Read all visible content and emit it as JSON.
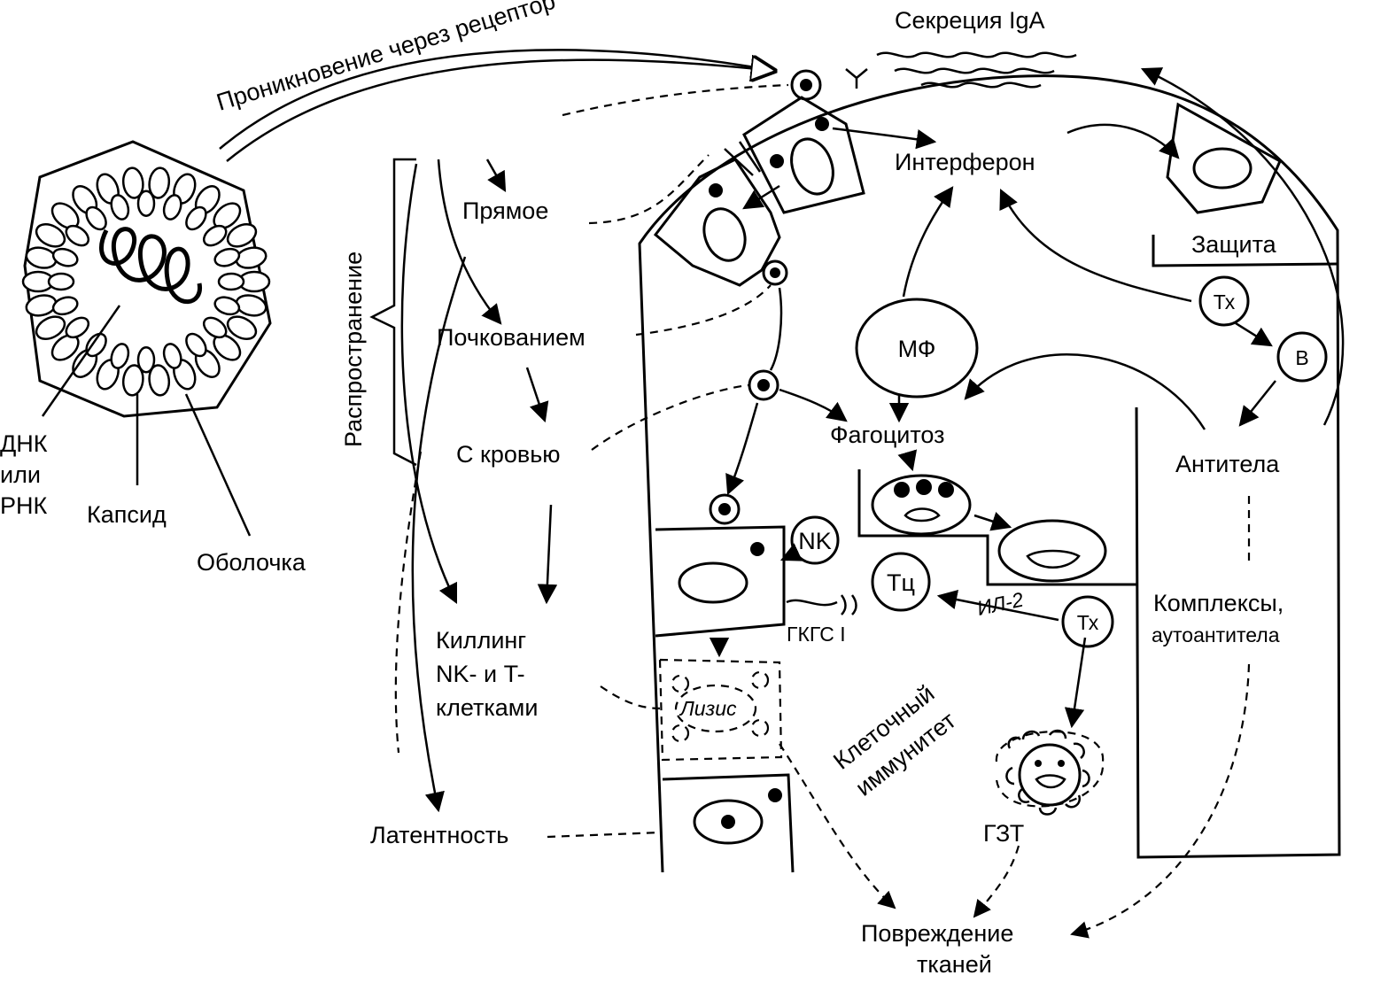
{
  "labels": {
    "receptor_entry": "Проникновение через рецептор",
    "iga_secretion": "Секреция IgA",
    "interferon": "Интерферон",
    "direct": "Прямое",
    "spread": "Распространение",
    "budding": "Почкованием",
    "blood": "С кровью",
    "killing": [
      "Киллинг",
      "NK- и T-",
      "клетками"
    ],
    "latency": "Латентность",
    "dna_rna": [
      "ДНК",
      "или",
      "РНК"
    ],
    "capsid": "Капсид",
    "envelope": "Оболочка",
    "protection": "Защита",
    "th": "Тх",
    "b": "B",
    "mf": "МФ",
    "phagocytosis": "Фагоцитоз",
    "antibodies": "Антитела",
    "nk": "NK",
    "tc": "Тц",
    "mhc": "ГКГС I",
    "il2": "ИЛ-2",
    "complexes": [
      "Комплексы,",
      "аутоантитела"
    ],
    "lysis": "Лизис",
    "cellular_immunity": [
      "Клеточный",
      "иммунитет"
    ],
    "dth": "ГЗТ",
    "tissue_damage": [
      "Повреждение",
      "тканей"
    ]
  }
}
